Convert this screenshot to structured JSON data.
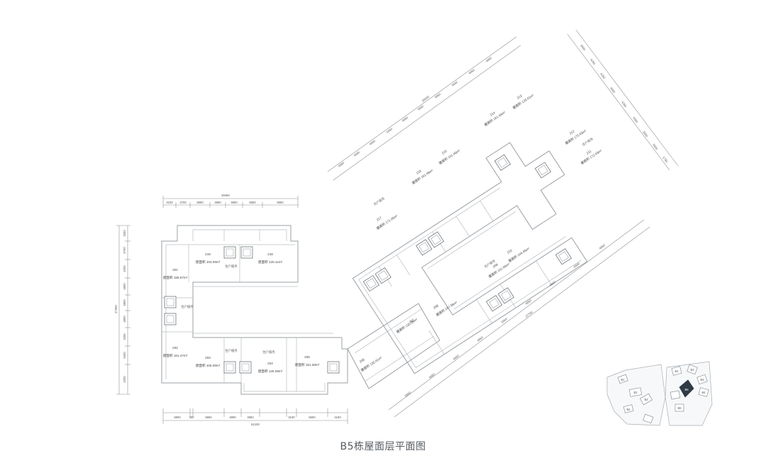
{
  "caption": "B5栋屋面层平面图",
  "dims": {
    "top_total": "39450",
    "top_segs": [
      "4100",
      "4700",
      "5650",
      "4850",
      "4650",
      "5550",
      "5650"
    ],
    "bottom_total": "52100",
    "bottom_segs": [
      "5800",
      "300",
      "5650",
      "4850",
      "4650",
      "3100",
      "5550",
      "4150"
    ],
    "left_total": "47300",
    "left_segs": [
      "3300",
      "5700",
      "4200",
      "4800",
      "4800",
      "4800",
      "4200",
      "5400",
      "4200"
    ],
    "diag_top_total": "35550",
    "diag_top_segs": [
      "4500",
      "4500",
      "4650",
      "5450",
      "4850",
      "4650",
      "4850",
      "4650",
      "4050",
      "4850"
    ],
    "diag_right_segs": [
      "3500",
      "4250",
      "4250",
      "4000",
      "4250",
      "4300",
      "3000",
      "5000",
      "1750"
    ],
    "diag_bottom_total": "37750",
    "diag_bottom_segs": [
      "5850",
      "4650",
      "4650",
      "4850",
      "5550",
      "4850",
      "4650",
      "5500",
      "4850"
    ]
  },
  "units": [
    {
      "id": "201",
      "area": "建面积 159.57m²"
    },
    {
      "id": "202",
      "area": "建面积 161.47m²"
    },
    {
      "id": "203",
      "area": "建面积 105.09m²"
    },
    {
      "id": "204",
      "area": "建面积 125.09m²"
    },
    {
      "id": "205",
      "area": "建面积 151.38m²"
    },
    {
      "id": "206",
      "area": "建面积 135.41m²"
    },
    {
      "id": "207",
      "area": "建面积 135.39m²"
    },
    {
      "id": "208",
      "area": "建面积 247.56m²"
    },
    {
      "id": "209",
      "area": "建面积 101.65m²"
    },
    {
      "id": "210",
      "area": "建面积 104.45m²"
    },
    {
      "id": "211",
      "area": "建面积 172.43m²"
    },
    {
      "id": "212",
      "area": "建面积 175.63m²"
    },
    {
      "id": "213",
      "area": "建面积 129.41m²"
    },
    {
      "id": "214",
      "area": "建面积 161.44m²"
    },
    {
      "id": "215",
      "area": "建面积 101.40m²"
    },
    {
      "id": "216",
      "area": "建面积 161.49m²"
    },
    {
      "id": "217",
      "area": "建面积 171.05m²"
    },
    {
      "id": "218",
      "area": "建面积 125.11m²"
    },
    {
      "id": "219",
      "area": "建面积 103.09m²"
    }
  ],
  "labels": {
    "stair": "住户服务"
  },
  "keymap": {
    "left": [
      "B1",
      "B2",
      "B3",
      "B4"
    ],
    "right": [
      "B1",
      "B2",
      "B3",
      "B4",
      "B5",
      "B6"
    ]
  }
}
